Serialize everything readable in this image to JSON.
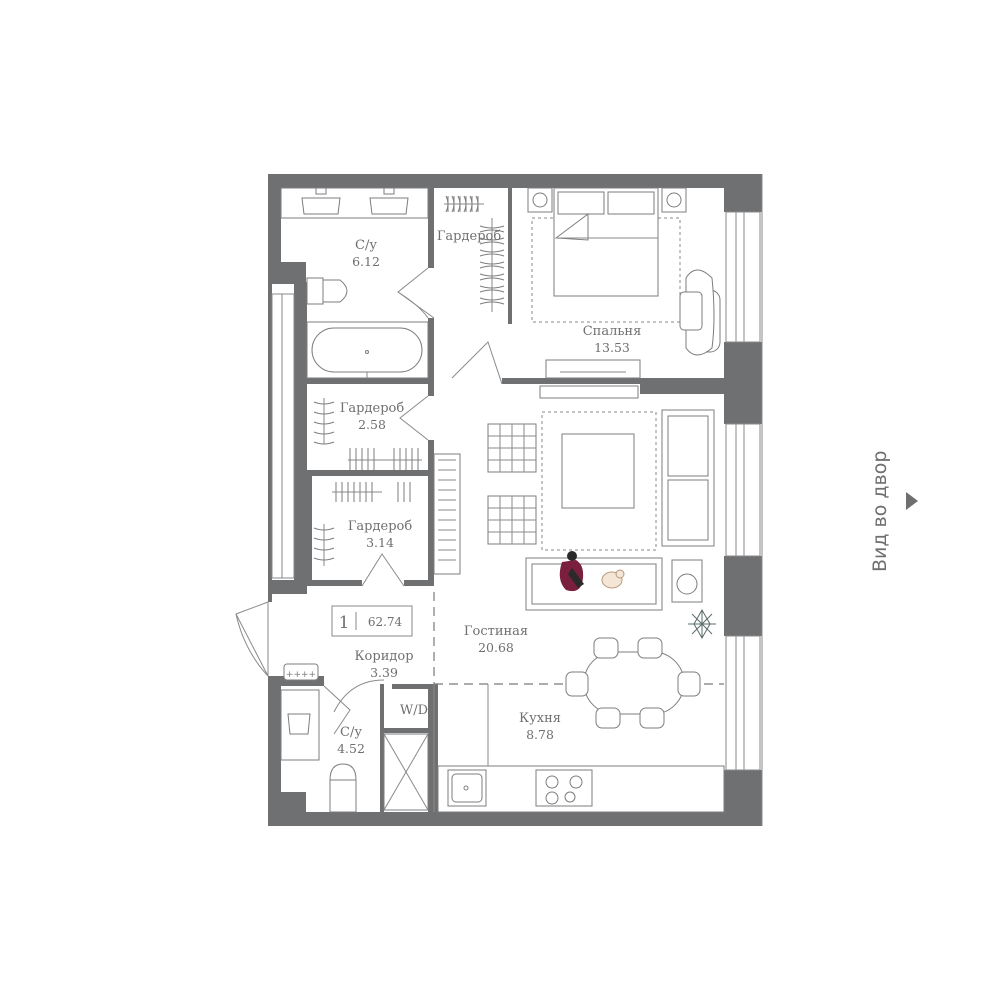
{
  "rooms": {
    "bath_main": {
      "name": "С/у",
      "area": "6.12"
    },
    "wardrobe_top": {
      "name": "Гардероб"
    },
    "bedroom": {
      "name": "Спальня",
      "area": "13.53"
    },
    "wardrobe_mid": {
      "name": "Гардероб",
      "area": "2.58"
    },
    "wardrobe_low": {
      "name": "Гардероб",
      "area": "3.14"
    },
    "living": {
      "name": "Гостиная",
      "area": "20.68"
    },
    "corridor": {
      "name": "Коридор",
      "area": "3.39"
    },
    "kitchen": {
      "name": "Кухня",
      "area": "8.78"
    },
    "bath_small": {
      "name": "С/у",
      "area": "4.52"
    },
    "laundry": {
      "name": "W/D"
    }
  },
  "badge": {
    "rooms": "1",
    "total_area": "62.74"
  },
  "view": {
    "label": "Вид во двор",
    "arrow_icon": "triangle-right-icon"
  },
  "colors": {
    "walls": "#6f7072",
    "lines": "#8a8a8a",
    "accent_person": "#7a1f3d",
    "plant": "#5c6b6b"
  }
}
